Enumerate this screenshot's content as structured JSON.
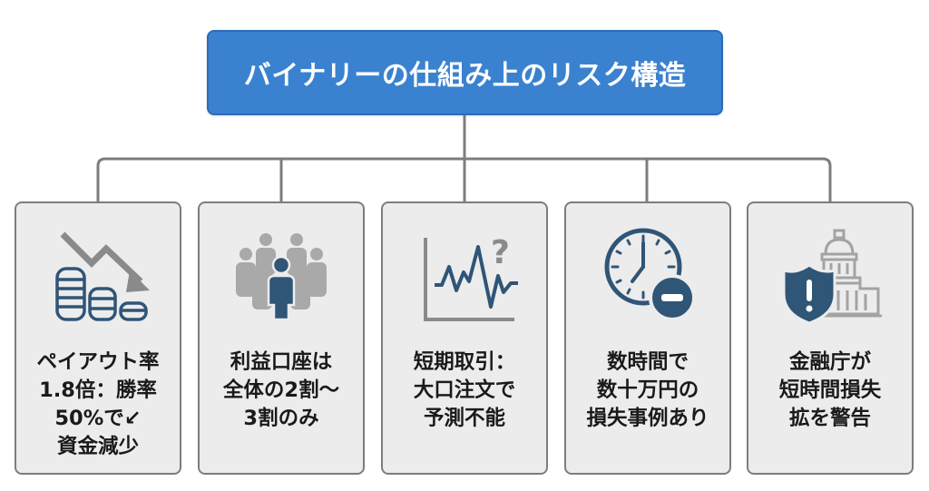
{
  "diagram": {
    "title": "バイナリーの仕組み上のリスク構造",
    "colors": {
      "root_fill": "#3a82d0",
      "card_fill": "#ececec",
      "connector": "#7d7d7d",
      "icon_primary": "#2f5577",
      "icon_secondary": "#8c8c8c"
    },
    "cards": [
      {
        "icon": "declining-coins-icon",
        "lines": [
          "ペイアウト率",
          "1.8倍：勝率",
          "50%で↙",
          "資金減少"
        ]
      },
      {
        "icon": "crowd-single-person-icon",
        "lines": [
          "利益口座は",
          "全体の2割～",
          "3割のみ"
        ]
      },
      {
        "icon": "volatile-chart-question-icon",
        "lines": [
          "短期取引：",
          "大口注文で",
          "予測不能"
        ]
      },
      {
        "icon": "clock-minus-icon",
        "lines": [
          "数時間で",
          "数十万円の",
          "損失事例あり"
        ]
      },
      {
        "icon": "shield-government-building-icon",
        "lines": [
          "金融庁が",
          "短時間損失",
          "拡を警告"
        ]
      }
    ]
  }
}
